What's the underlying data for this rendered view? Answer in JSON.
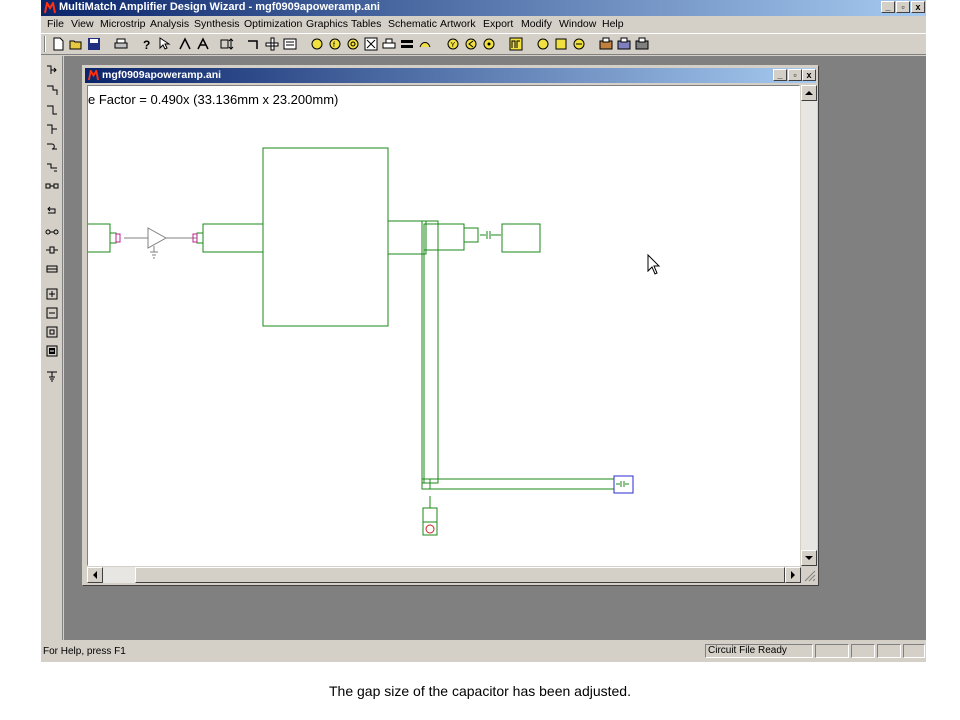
{
  "app": {
    "title": "MultiMatch Amplifier Design Wizard - mgf0909apoweramp.ani",
    "window_buttons": [
      "_",
      "▫",
      "x"
    ]
  },
  "menu": [
    "File",
    "View",
    "Microstrip",
    "Analysis",
    "Synthesis",
    "Optimization",
    "Graphics",
    "Tables",
    "Schematic",
    "Artwork",
    "Export",
    "Modify",
    "Window",
    "Help"
  ],
  "child": {
    "title": "mgf0909apoweramp.ani",
    "scale_text": "e Factor =  0.490x (33.136mm x 23.200mm)"
  },
  "status": {
    "help": "For Help, press F1",
    "circuit": "Circuit File Ready"
  },
  "caption": "The gap size of the capacitor has been adjusted.",
  "colors": {
    "trace": "#1a8a1a",
    "selected": "#2a2ad0",
    "port": "#c02090",
    "title_start": "#0a246a"
  }
}
